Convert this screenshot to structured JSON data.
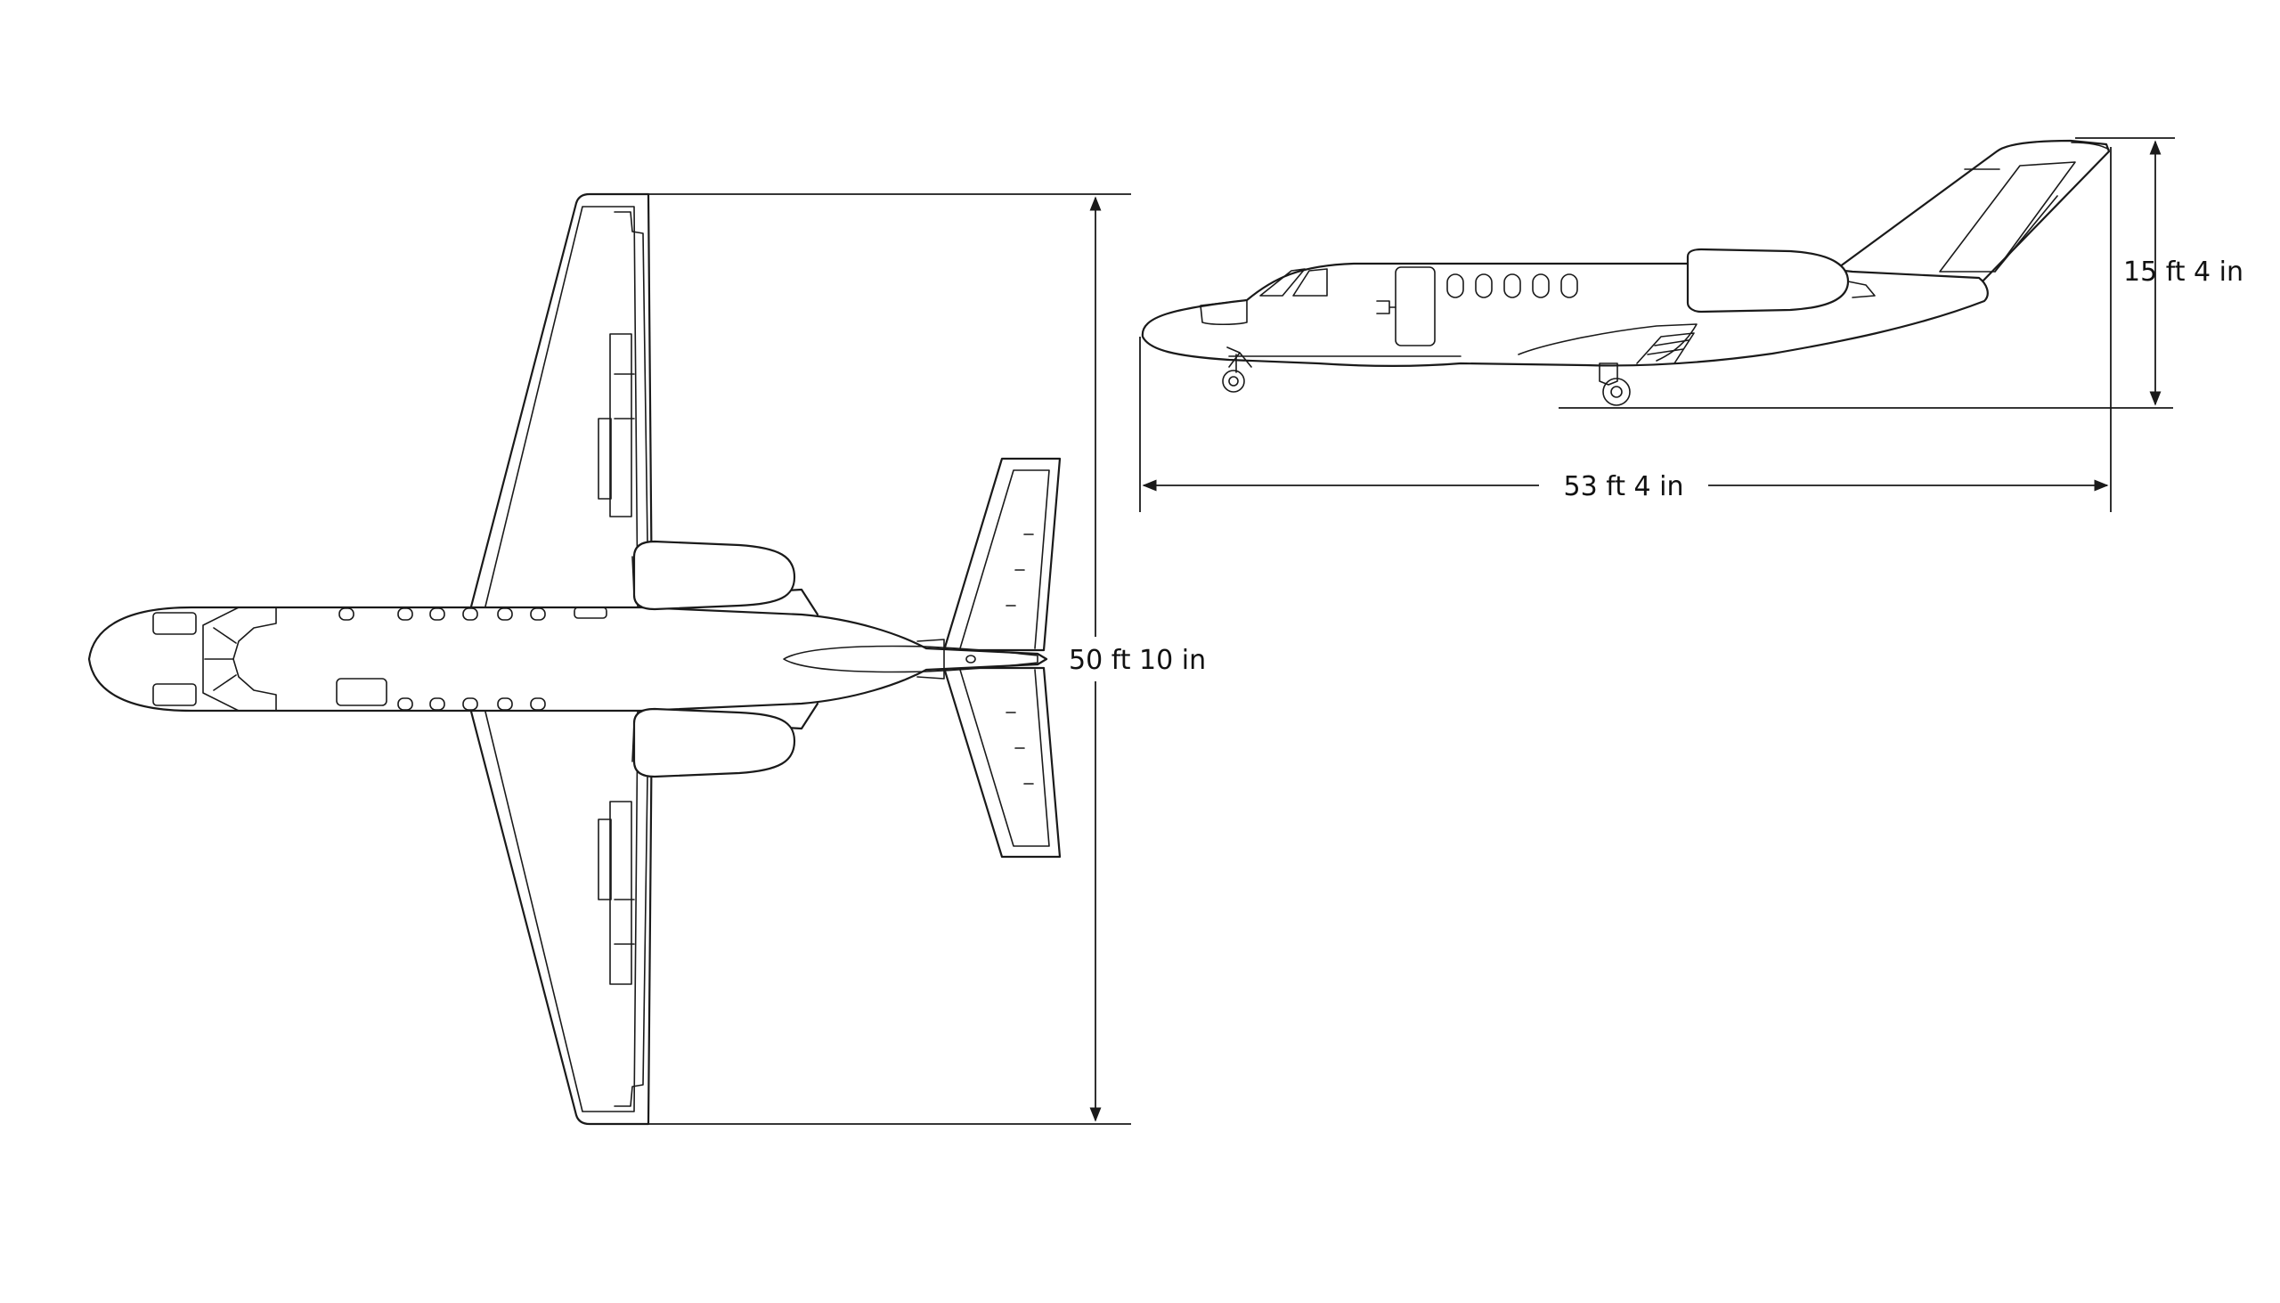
{
  "dimensions": {
    "wingspan": "50 ft 10 in",
    "length": "53 ft 4 in",
    "height": "15 ft 4 in"
  },
  "views": [
    "top-view",
    "side-view"
  ]
}
